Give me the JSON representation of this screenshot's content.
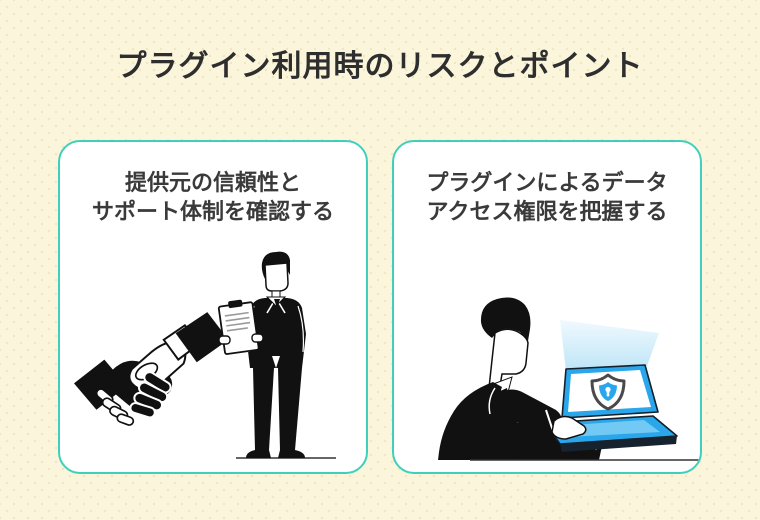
{
  "title": "プラグイン利用時のリスクとポイント",
  "cards": [
    {
      "id": "provider-trust",
      "heading_lines": [
        "提供元の信頼性と",
        "サポート体制を確認する"
      ],
      "illustration": "handshake-and-businessman-with-document"
    },
    {
      "id": "data-access",
      "heading_lines": [
        "プラグインによるデータ",
        "アクセス権限を把握する"
      ],
      "illustration": "seated-businessman-laptop-with-security-shield"
    }
  ],
  "icons": {
    "shield": "shield-with-keyhole"
  },
  "colors": {
    "page_background": "#FBF5DB",
    "page_background_dots": "#F1E5C1",
    "card_background": "#FFFFFF",
    "card_border": "#3ED0BC",
    "title_text": "#2E2E2E",
    "heading_text": "#3A3A3A",
    "illustration_ink": "#111111",
    "laptop_blue": "#2AA7EB",
    "laptop_deck_blue": "#72C9F3",
    "laptop_underside": "#16222E",
    "beam_light_blue": "#BEE5F7",
    "shield_outline_gray": "#4A4A4A",
    "shield_inner_blue": "#2AA7EB"
  }
}
